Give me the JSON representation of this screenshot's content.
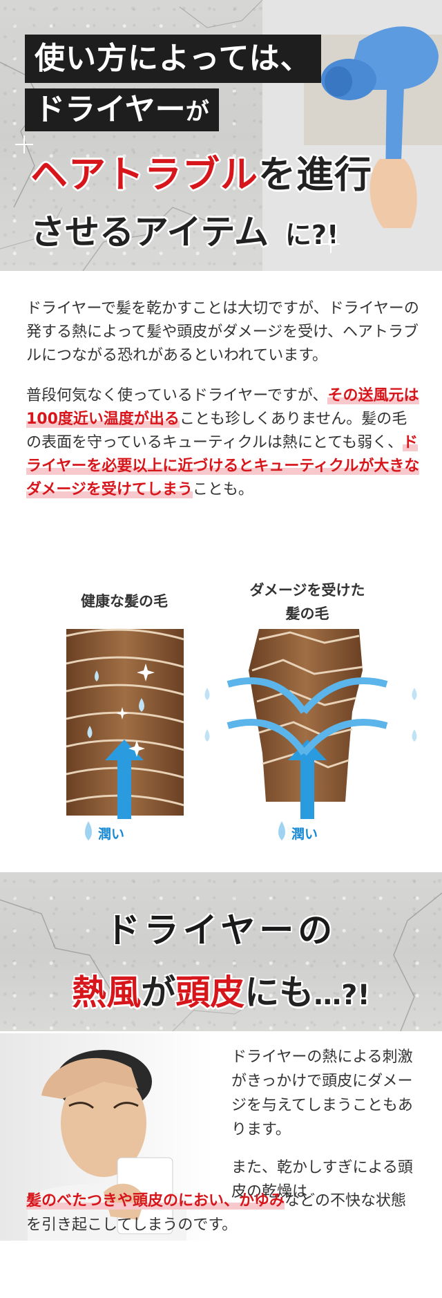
{
  "hero": {
    "line1": "使い方によっては、",
    "line2_main": "ドライヤー",
    "line2_small": "が",
    "line3_red": "ヘアトラブル",
    "line3_dark": "を進行",
    "line4_main": "させるアイテム",
    "line4_small": "に?!"
  },
  "intro": {
    "paragraph1": "ドライヤーで髪を乾かすことは大切ですが、ドライヤーの発する熱によって髪や頭皮がダメージを受け、ヘアトラブルにつながる恐れがあるといわれています。",
    "p2_a": "普段何気なく使っているドライヤーですが、",
    "p2_hl1": "その送風元は100度近い温度が出る",
    "p2_b": "ことも珍しくありません。髪の毛の表面を守っているキューティクルは熱にとても弱く、",
    "p2_hl2": "ドライヤーを必要以上に近づけるとキューティクルが大きなダメージを受けてしまう",
    "p2_c": "ことも。"
  },
  "diagram": {
    "healthy_label": "健康な髪の毛",
    "damaged_label_1": "ダメージを受けた",
    "damaged_label_2": "髪の毛",
    "moisture_label": "潤い"
  },
  "section2": {
    "line1": "ドライヤーの",
    "red1": "熱風",
    "mid1": "が",
    "red2": "頭皮",
    "mid2": "にも",
    "tail": "…?!"
  },
  "body2": {
    "paragraph1": "ドライヤーの熱による刺激がきっかけで頭皮にダメージを与えてしまうこともあります。",
    "paragraph2": "また、乾かしすぎによる頭皮の乾燥は",
    "hl": "髪のべたつきや頭皮のにおい、かゆみ",
    "tail": "などの不快な状態を引き起こしてしまうのです。"
  },
  "colors": {
    "accent_red": "#d7161c",
    "moisture_blue": "#1588d6",
    "hair_brown": "#8a5a34"
  }
}
